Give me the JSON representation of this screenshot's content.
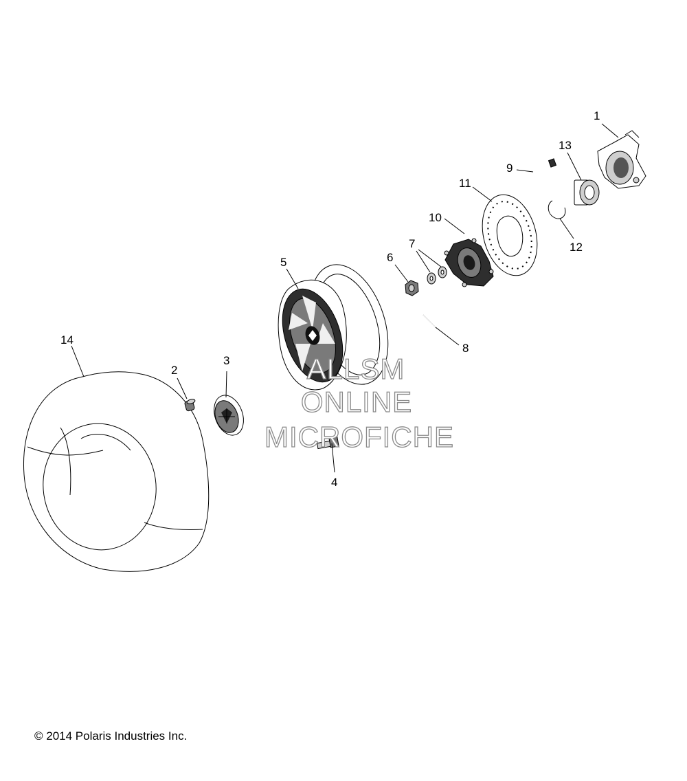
{
  "copyright": "© 2014 Polaris Industries Inc.",
  "watermark": {
    "line1": "ALLSM",
    "line2": "ONLINE",
    "line3": "MICROFICHE"
  },
  "callouts": [
    {
      "number": "1",
      "part": "knuckle"
    },
    {
      "number": "2",
      "part": "valve-stem"
    },
    {
      "number": "3",
      "part": "center-cap"
    },
    {
      "number": "4",
      "part": "bolt"
    },
    {
      "number": "5",
      "part": "wheel-rim"
    },
    {
      "number": "6",
      "part": "castle-nut"
    },
    {
      "number": "7",
      "part": "washers"
    },
    {
      "number": "8",
      "part": "cotter-pin"
    },
    {
      "number": "9",
      "part": "brake-disc-bolt"
    },
    {
      "number": "10",
      "part": "wheel-hub"
    },
    {
      "number": "11",
      "part": "brake-disc"
    },
    {
      "number": "12",
      "part": "retaining-ring"
    },
    {
      "number": "13",
      "part": "bearing"
    },
    {
      "number": "14",
      "part": "tire"
    }
  ]
}
